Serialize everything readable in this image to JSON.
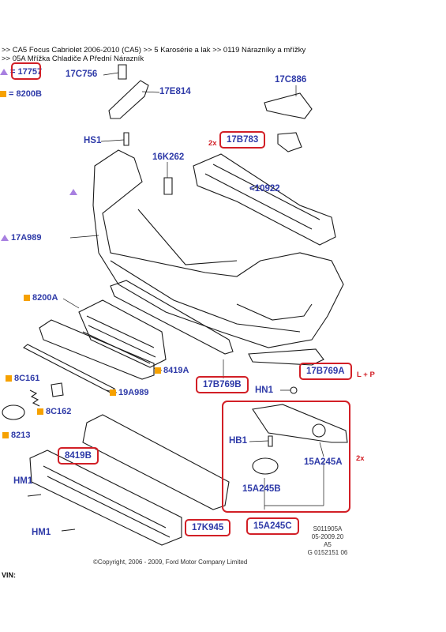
{
  "breadcrumb": {
    "line1": ">> CA5 Focus Cabriolet 2006-2010 (CA5)  >> 5 Karosérie a lak >> 0119 Nárazníky a mřížky",
    "line2": ">> 05A Mřížka Chladiče A Přední Nárazník"
  },
  "legend": {
    "triangle_text": "= 17757",
    "square_text": "= 8200B",
    "triangle_color": "#a880e0",
    "square_color": "#f6a100"
  },
  "labels": {
    "l17c756": "17C756",
    "l17e814": "17E814",
    "l17c886": "17C886",
    "l17b783": "17B783",
    "l17b783_qty": "2x",
    "hs1": "HS1",
    "l16k262": "16K262",
    "l10922": "<10922",
    "l17a989": "17A989",
    "l8200a": "8200A",
    "l8419a": "8419A",
    "l17b769b": "17B769B",
    "l17b769a": "17B769A",
    "l17b769a_note": "L + P",
    "hn1": "HN1",
    "l8c161": "8C161",
    "l19a989": "19A989",
    "l8c162": "8C162",
    "l8213": "8213",
    "l8419b": "8419B",
    "hb1": "HB1",
    "l15a245a": "15A245A",
    "l15a245b": "15A245B",
    "l15a245c": "15A245C",
    "group_qty": "2x",
    "hm1a": "HM1",
    "hm1b": "HM1",
    "l17k945": "17K945"
  },
  "meta": {
    "code": "S011905A",
    "date": "05-2009.20",
    "a5": "A5",
    "g": "G 0152151 06"
  },
  "copyright": "©Copyright, 2006 - 2009, Ford Motor Company Limited",
  "vin": "VIN:",
  "colors": {
    "label_blue": "#2e3aa8",
    "highlight_red": "#d21f26"
  }
}
